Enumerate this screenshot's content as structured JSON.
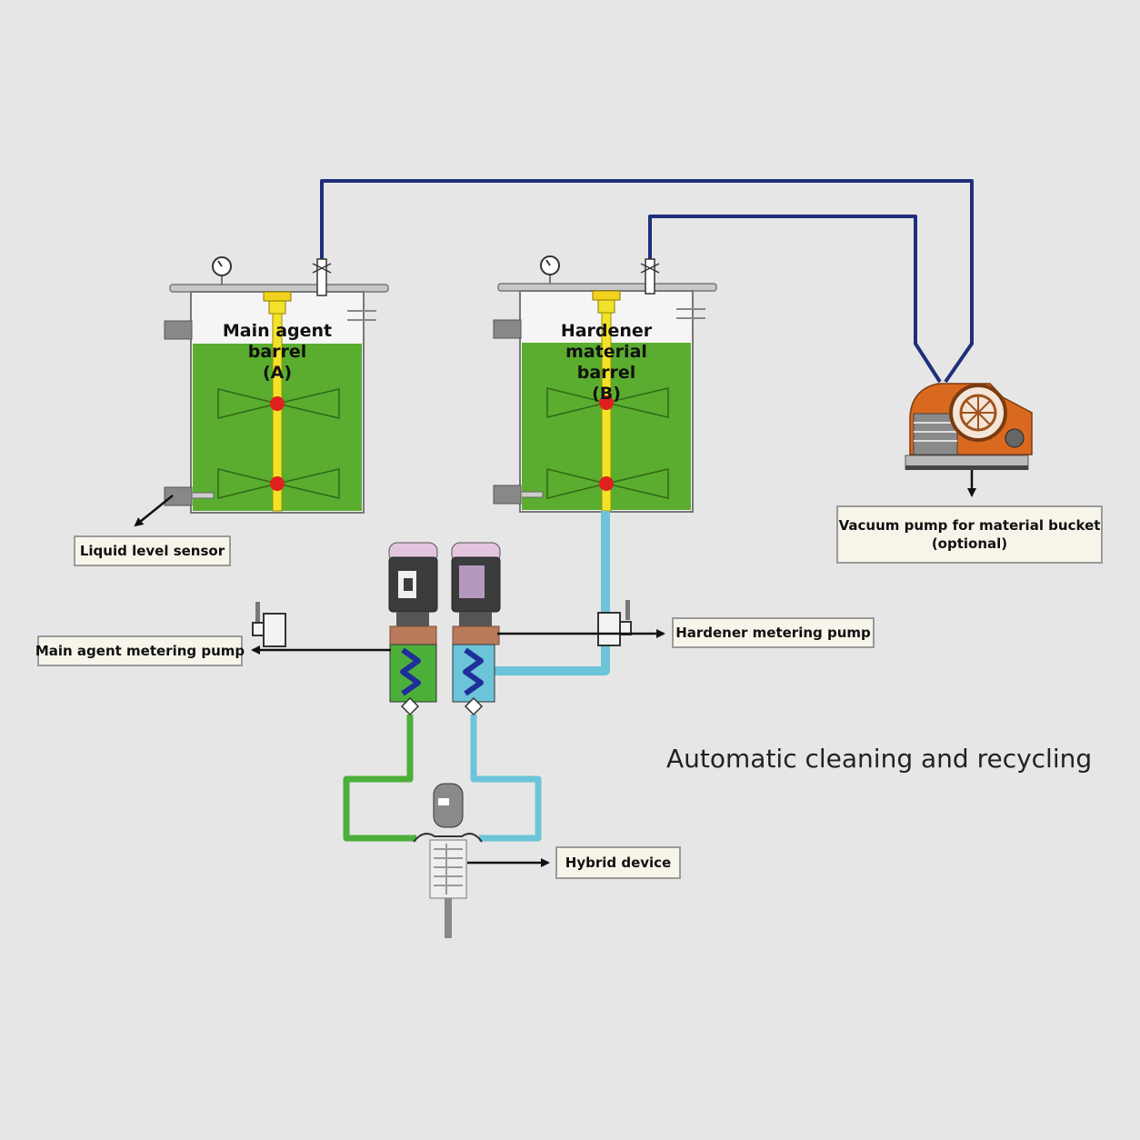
{
  "heading": "Automatic cleaning and recycling",
  "tanks": {
    "a": {
      "line1": "Main agent barrel",
      "line2": "(A)"
    },
    "b": {
      "line1": "Hardener material",
      "line2": "barrel",
      "line3": "(B)"
    }
  },
  "callouts": {
    "liquid_level_sensor": "Liquid level sensor",
    "main_agent_pump": "Main agent metering pump",
    "hardener_pump": "Hardener metering pump",
    "hybrid_device": "Hybrid device",
    "vacuum_pump_line1": "Vacuum pump for material bucket",
    "vacuum_pump_line2": "(optional)"
  },
  "colors": {
    "background": "#e6e6e6",
    "tank_liquid": "#5aad2e",
    "agitator_shaft": "#f2e22a",
    "vacuum_line": "#1f2f7a",
    "hardener_line": "#6cc4d8",
    "main_agent_line": "#4caf3a",
    "vacuum_pump_body": "#d9691e"
  }
}
